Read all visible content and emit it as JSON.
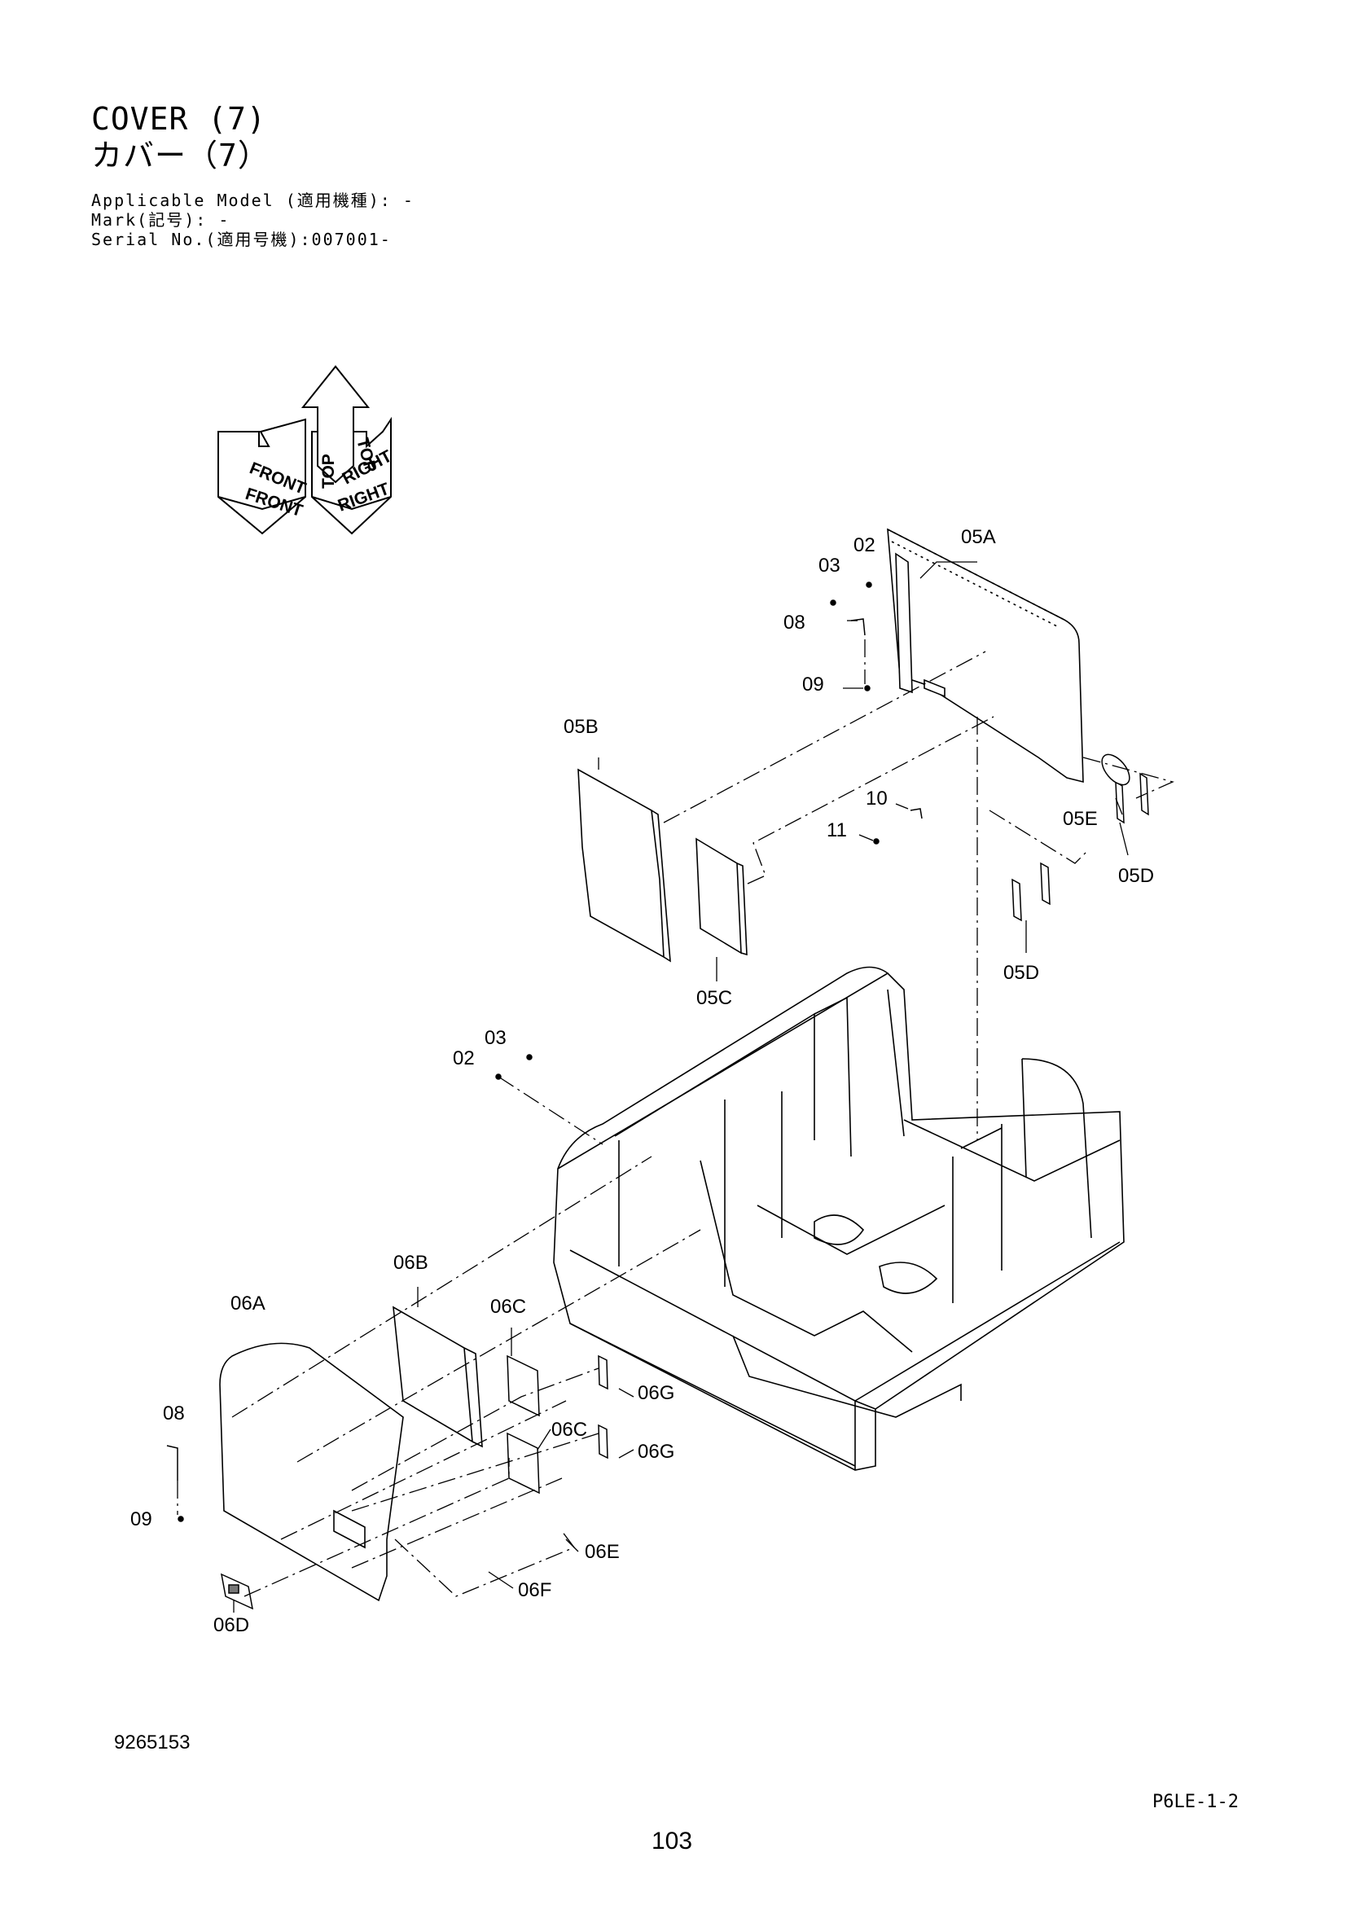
{
  "header": {
    "title_en": "COVER (7)",
    "title_ja": "カバー（7）",
    "applicable_model": "Applicable Model (適用機種): -",
    "mark": "Mark(記号): -",
    "serial_no": "Serial No.(適用号機):007001-"
  },
  "orientation": {
    "front": "FRONT",
    "top": "TOP",
    "right": "RIGHT"
  },
  "callouts": {
    "p05A": "05A",
    "p02_upper": "02",
    "p03_upper": "03",
    "p08_upper": "08",
    "p09_upper": "09",
    "p05B": "05B",
    "p10": "10",
    "p11": "11",
    "p05E": "05E",
    "p05D_a": "05D",
    "p05D_b": "05D",
    "p05C": "05C",
    "p03_mid": "03",
    "p02_mid": "02",
    "p06B": "06B",
    "p06A": "06A",
    "p06C_a": "06C",
    "p06C_b": "06C",
    "p06G_a": "06G",
    "p06G_b": "06G",
    "p08_lower": "08",
    "p09_lower": "09",
    "p06E": "06E",
    "p06F": "06F",
    "p06D": "06D"
  },
  "footer": {
    "drawing_no": "9265153",
    "section_code": "P6LE-1-2",
    "page_number": "103"
  }
}
